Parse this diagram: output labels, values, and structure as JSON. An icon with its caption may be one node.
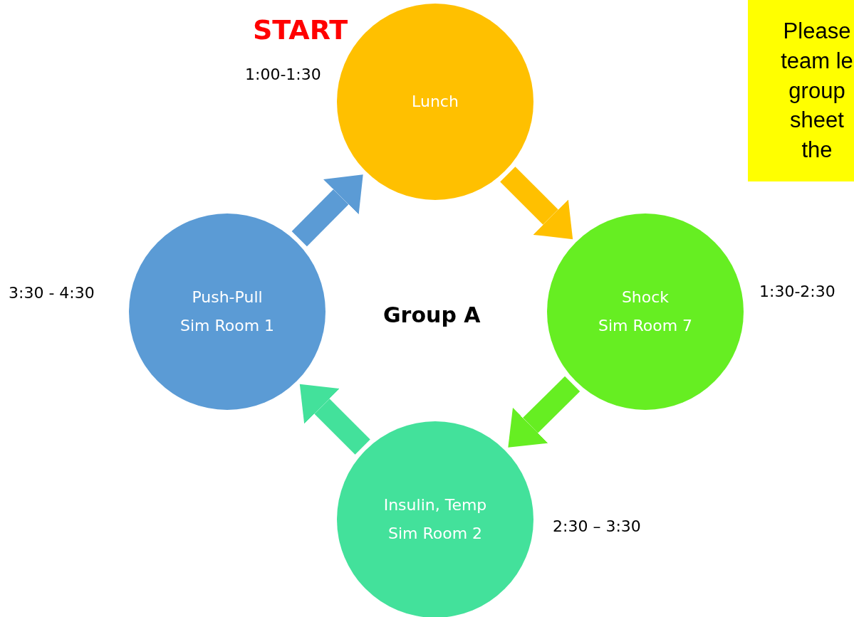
{
  "diagram": {
    "nodes": [
      {
        "text": [
          "Lunch"
        ],
        "beside": [
          "1:00-1:30"
        ]
      },
      {
        "text": [
          "Shock",
          "Sim Room 7"
        ],
        "beside": [
          "1:30-2:30"
        ]
      },
      {
        "text": [
          "Insulin, Temp",
          "Sim Room 2"
        ],
        "beside": [
          "2:30 – 3:30"
        ]
      },
      {
        "text": [
          "Push-Pull",
          "Sim Room 1"
        ],
        "beside": [
          "3:30 - 4:30"
        ]
      },
      {
        "text": [
          "Please team le group sheet the"
        ]
      }
    ],
    "edges": [
      {
        "from": 0,
        "to": 1,
        "arrow": "to",
        "color": "#ffc000"
      },
      {
        "from": 1,
        "to": 2,
        "arrow": "to",
        "color": "#66ee22"
      },
      {
        "from": 2,
        "to": 3,
        "arrow": "to",
        "color": "#43e19b"
      },
      {
        "from": 3,
        "to": 0,
        "arrow": "to",
        "color": "#5b9bd5"
      }
    ],
    "labels": [
      "START",
      "Group A"
    ]
  }
}
